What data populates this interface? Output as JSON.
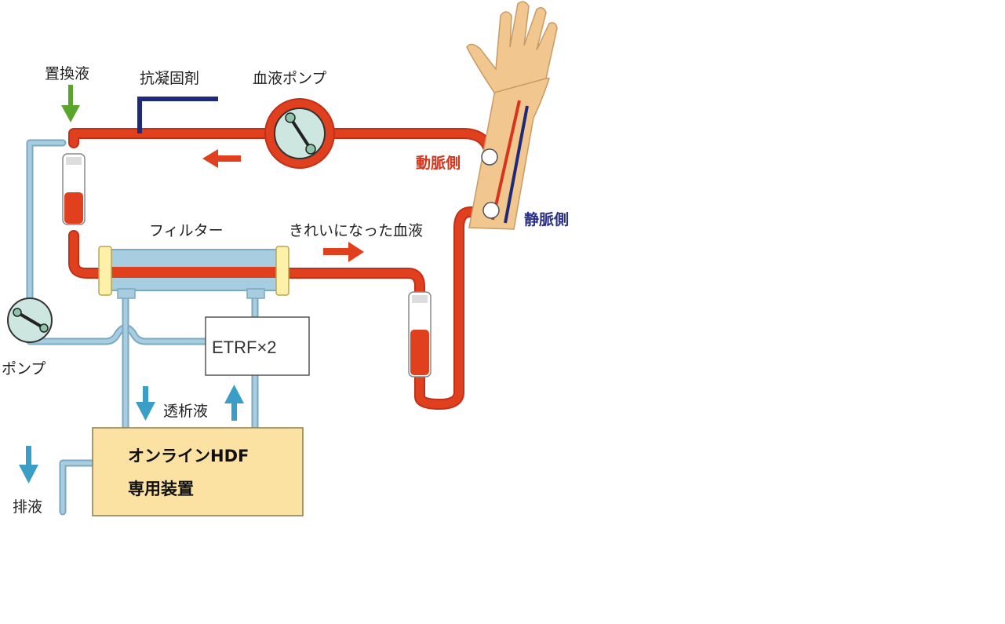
{
  "labels": {
    "replacement_fluid": "置換液",
    "anticoagulant": "抗凝固剤",
    "blood_pump": "血液ポンプ",
    "arterial_side": "動脈側",
    "venous_side": "静脈側",
    "filter": "フィルター",
    "clean_blood": "きれいになった血液",
    "pump": "ポンプ",
    "etrf": "ETRF×2",
    "dialysate": "透析液",
    "device_line1": "オンラインHDF",
    "device_line2": "専用装置",
    "drain": "排液"
  },
  "colors": {
    "blood": "#e1401f",
    "blood_outline": "#c2301a",
    "fluid": "#a9cde0",
    "fluid_outline": "#7ba9c2",
    "arrow_green": "#5aa62d",
    "arrow_blue": "#3a9ec6",
    "arrow_red": "#e1401f",
    "anticoag_line": "#1d2a7a",
    "device_fill": "#fbe2a3",
    "pump_fill": "#cde6df",
    "skin": "#f2c78f"
  }
}
